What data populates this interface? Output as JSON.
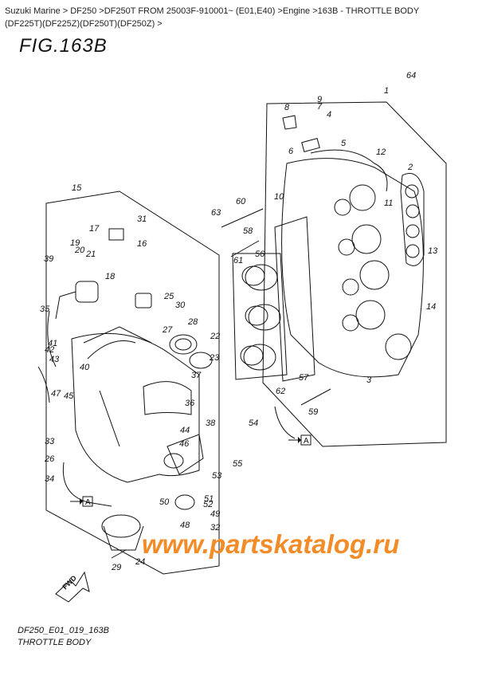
{
  "breadcrumb": {
    "line1": "Suzuki Marine > DF250 >DF250T FROM 25003F-910001~ (E01,E40) >Engine >163B - THROTTLE BODY",
    "line2": "(DF225T)(DF225Z)(DF250T)(DF250Z) >"
  },
  "figure": {
    "title": "FIG.163B"
  },
  "callouts": [
    "1",
    "2",
    "3",
    "4",
    "5",
    "6",
    "7",
    "8",
    "9",
    "10",
    "11",
    "12",
    "13",
    "14",
    "15",
    "16",
    "17",
    "18",
    "19",
    "20",
    "21",
    "22",
    "23",
    "24",
    "25",
    "26",
    "27",
    "28",
    "29",
    "30",
    "31",
    "32",
    "33",
    "34",
    "35",
    "36",
    "37",
    "38",
    "39",
    "40",
    "41",
    "42",
    "43",
    "44",
    "45",
    "46",
    "47",
    "48",
    "49",
    "50",
    "51",
    "52",
    "53",
    "54",
    "55",
    "56",
    "57",
    "58",
    "59",
    "60",
    "61",
    "62",
    "63",
    "64"
  ],
  "refs": {
    "ref_a_top": "A",
    "ref_a_bottom": "A"
  },
  "fwd_label": "FWD",
  "watermark": "www.partskatalog.ru",
  "footer": {
    "code": "DF250_E01_019_163B",
    "caption": "THROTTLE BODY"
  },
  "colors": {
    "watermark": "#f28c28",
    "line": "#111111"
  }
}
